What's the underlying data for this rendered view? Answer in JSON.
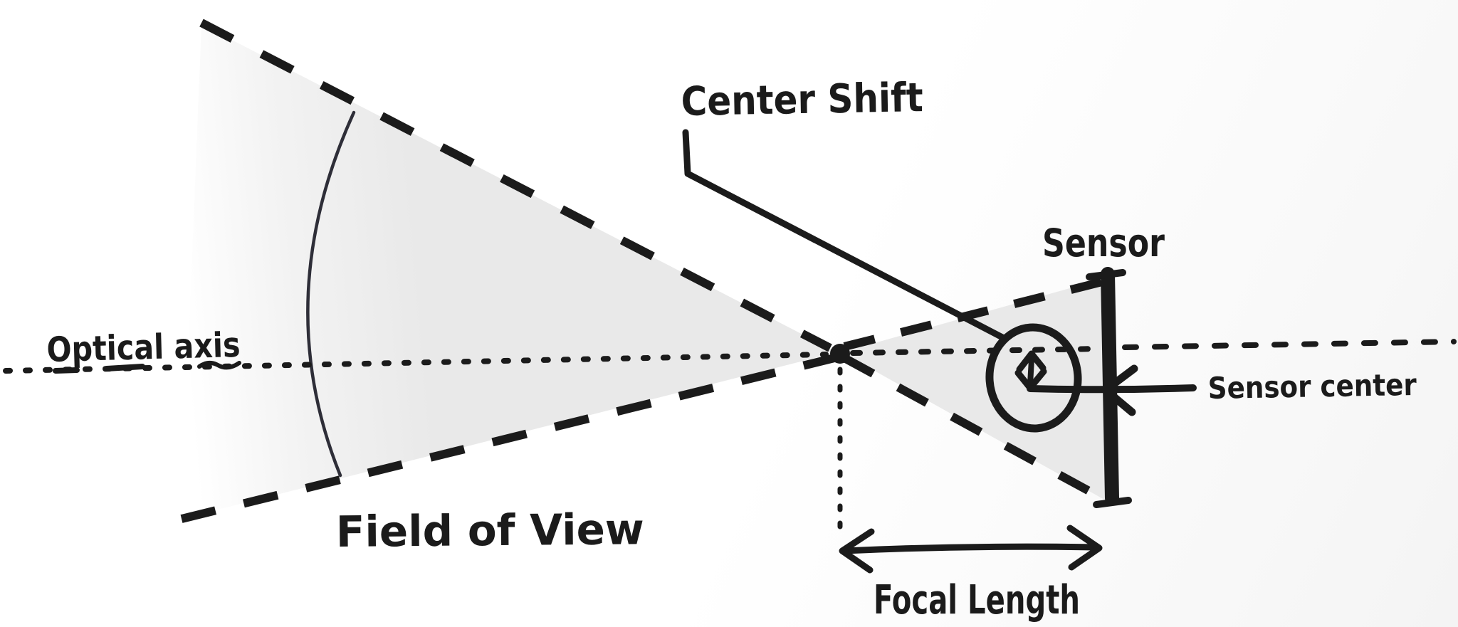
{
  "colors": {
    "ink": "#1b1b1b",
    "cone_fill": "#e9e9e9",
    "arc": "#2e2e38",
    "paper": "#ffffff"
  },
  "labels": {
    "center_shift": "Center Shift",
    "sensor": "Sensor",
    "sensor_center": "Sensor center",
    "optical_axis": "Optical axis",
    "field_of_view": "Field of View",
    "focal_length": "Focal Length"
  }
}
